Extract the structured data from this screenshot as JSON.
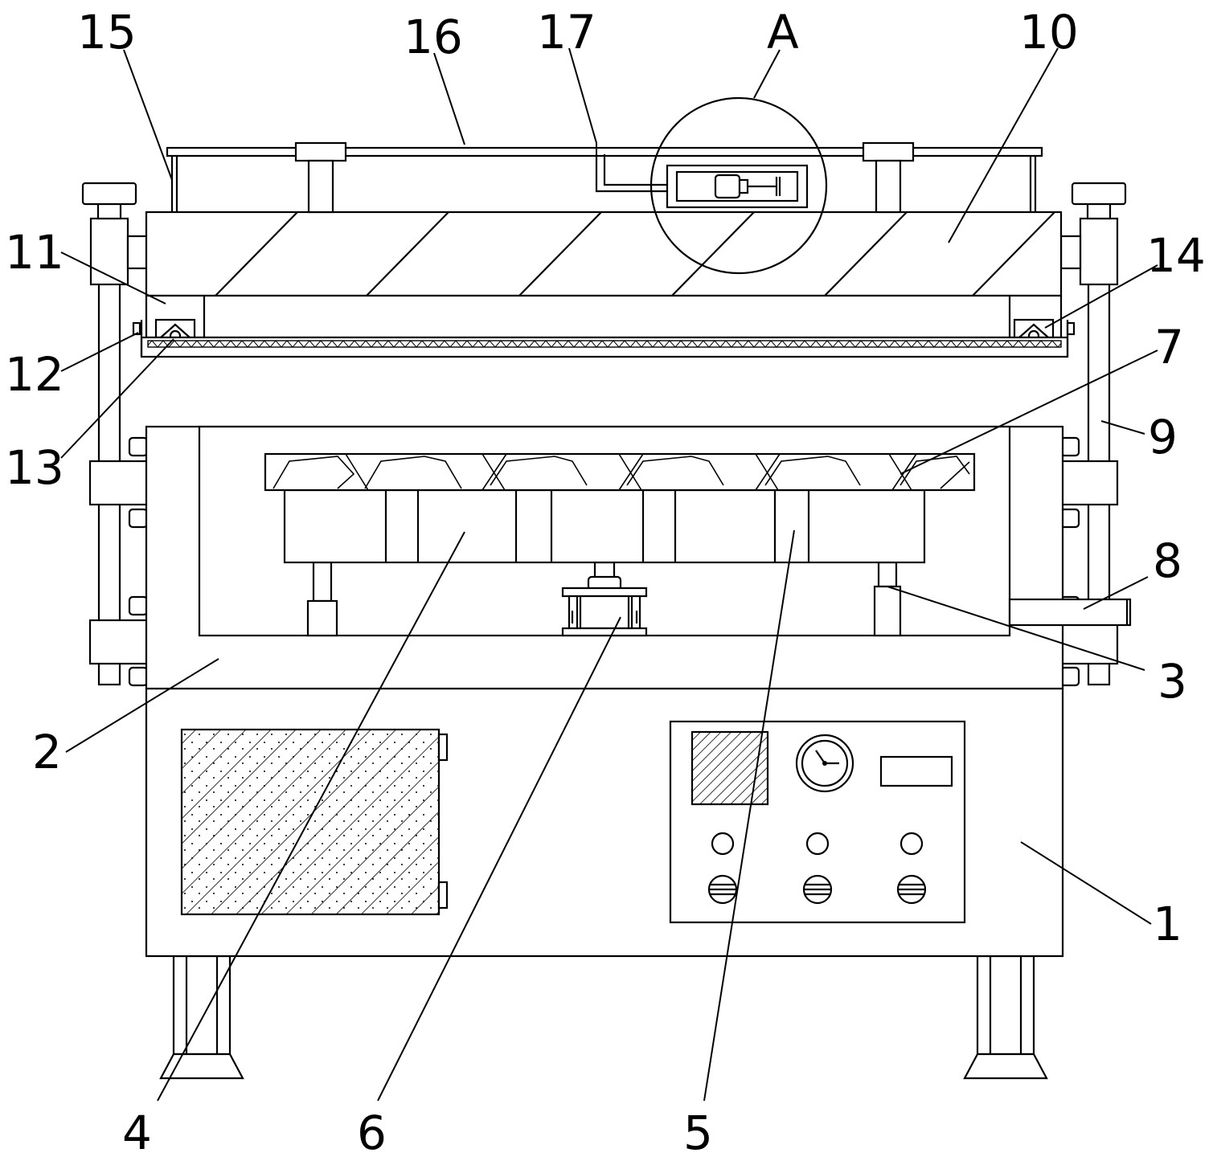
{
  "figure": {
    "callouts": [
      {
        "id": "c15",
        "text": "15"
      },
      {
        "id": "c16",
        "text": "16"
      },
      {
        "id": "c17",
        "text": "17"
      },
      {
        "id": "cA",
        "text": "A"
      },
      {
        "id": "c10",
        "text": "10"
      },
      {
        "id": "c11",
        "text": "11"
      },
      {
        "id": "c14",
        "text": "14"
      },
      {
        "id": "c12",
        "text": "12"
      },
      {
        "id": "c7",
        "text": "7"
      },
      {
        "id": "c13",
        "text": "13"
      },
      {
        "id": "c9",
        "text": "9"
      },
      {
        "id": "c8",
        "text": "8"
      },
      {
        "id": "c3",
        "text": "3"
      },
      {
        "id": "c2",
        "text": "2"
      },
      {
        "id": "c1",
        "text": "1"
      },
      {
        "id": "c4",
        "text": "4"
      },
      {
        "id": "c6",
        "text": "6"
      },
      {
        "id": "c5",
        "text": "5"
      }
    ]
  }
}
